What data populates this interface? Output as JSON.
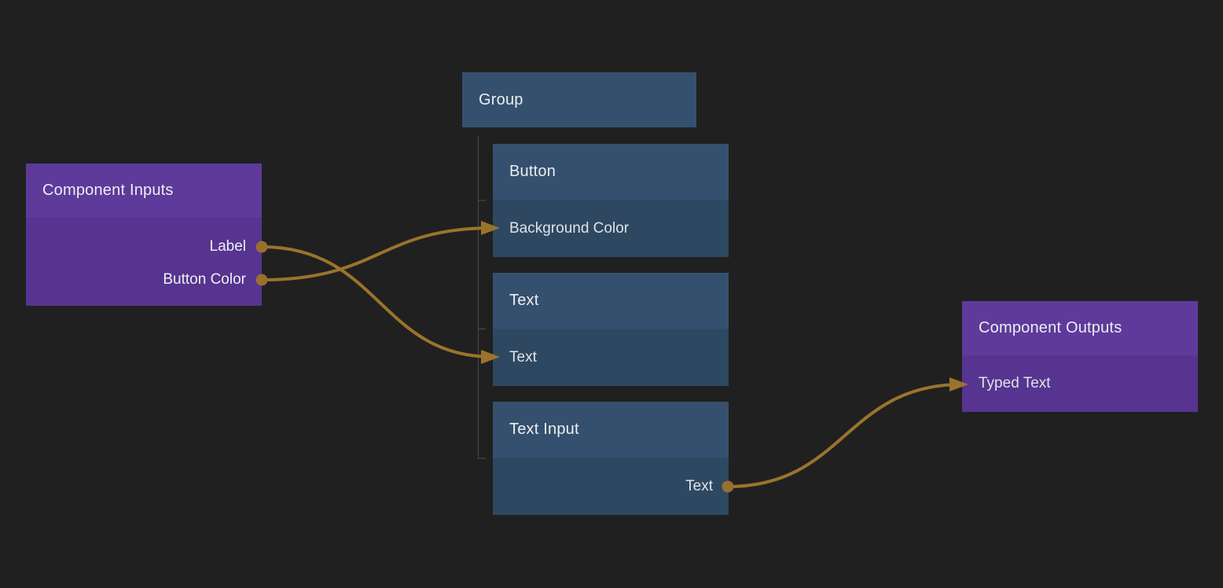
{
  "editor": {
    "type": "node-graph-component-editor",
    "background_color": "#202020"
  },
  "colors": {
    "connection_wire": "#9a742c",
    "port_dot": "#986f2f",
    "purple_node_header": "#5e3a9b",
    "purple_node_body": "#563490",
    "blue_node_header": "#35506e",
    "blue_node_body": "#2e4861",
    "tree_line": "#4d4d4d",
    "text": "#eceef0"
  },
  "nodes": {
    "component_inputs": {
      "title": "Component Inputs",
      "ports": [
        {
          "label": "Label",
          "direction": "output"
        },
        {
          "label": "Button Color",
          "direction": "output"
        }
      ]
    },
    "group": {
      "title": "Group"
    },
    "button": {
      "title": "Button",
      "ports": [
        {
          "label": "Background Color",
          "direction": "input"
        }
      ]
    },
    "text": {
      "title": "Text",
      "ports": [
        {
          "label": "Text",
          "direction": "input"
        }
      ]
    },
    "text_input": {
      "title": "Text Input",
      "ports": [
        {
          "label": "Text",
          "direction": "output"
        }
      ]
    },
    "component_outputs": {
      "title": "Component Outputs",
      "ports": [
        {
          "label": "Typed Text",
          "direction": "input"
        }
      ]
    }
  },
  "hierarchy": {
    "parent": "Group",
    "children": [
      "Button",
      "Text",
      "Text Input"
    ]
  },
  "connections": [
    {
      "from_node": "Component Inputs",
      "from_port": "Label",
      "to_node": "Text",
      "to_port": "Text"
    },
    {
      "from_node": "Component Inputs",
      "from_port": "Button Color",
      "to_node": "Button",
      "to_port": "Background Color"
    },
    {
      "from_node": "Text Input",
      "from_port": "Text",
      "to_node": "Component Outputs",
      "to_port": "Typed Text"
    }
  ]
}
